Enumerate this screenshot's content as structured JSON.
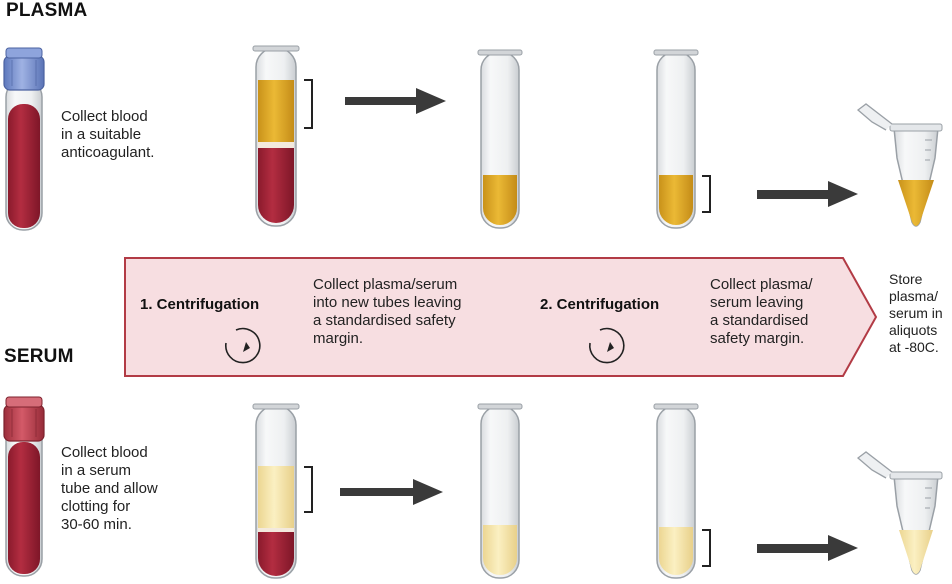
{
  "plasma": {
    "title": "PLASMA",
    "description": "Collect blood\nin a suitable\nanticoagulant."
  },
  "serum": {
    "title": "SERUM",
    "description": "Collect blood\nin a serum\ntube and allow\nclotting for\n30-60 min."
  },
  "band": {
    "step1_label": "1.  Centrifugation",
    "step1_text": "Collect plasma/serum\ninto new tubes leaving\na standardised safety\nmargin.",
    "step2_label": "2. Centrifugation",
    "step2_text": "Collect plasma/\nserum leaving\na standardised\nsafety margin."
  },
  "store_text": "Store\nplasma/\nserum in\naliquots\nat -80C.",
  "icons": {
    "rotation": "rotation-arrow-icon",
    "arrow": "right-arrow-icon",
    "tube": "test-tube-icon",
    "vacutainer": "blood-collection-tube-icon",
    "eppendorf": "microcentrifuge-tube-icon"
  },
  "colors": {
    "blood": "#a8253a",
    "plasma": "#e2ad2a",
    "serum": "#f6e6a6",
    "plasma_cap": "#7e97d4",
    "serum_cap": "#bf4150",
    "band_fill": "#f6dde0",
    "band_stroke": "#b23b45",
    "arrow": "#3a3a3a"
  }
}
